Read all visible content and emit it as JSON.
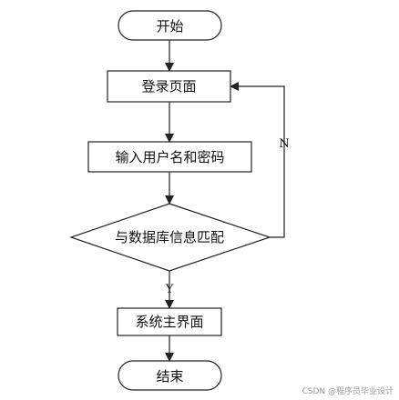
{
  "nodes": {
    "start": "开始",
    "login": "登录页面",
    "input": "输入用户名和密码",
    "check": "与数据库信息匹配",
    "main": "系统主界面",
    "end": "结束"
  },
  "edges": {
    "yes": "Y",
    "no": "N"
  },
  "watermark": "CSDN @程序员毕业设计"
}
